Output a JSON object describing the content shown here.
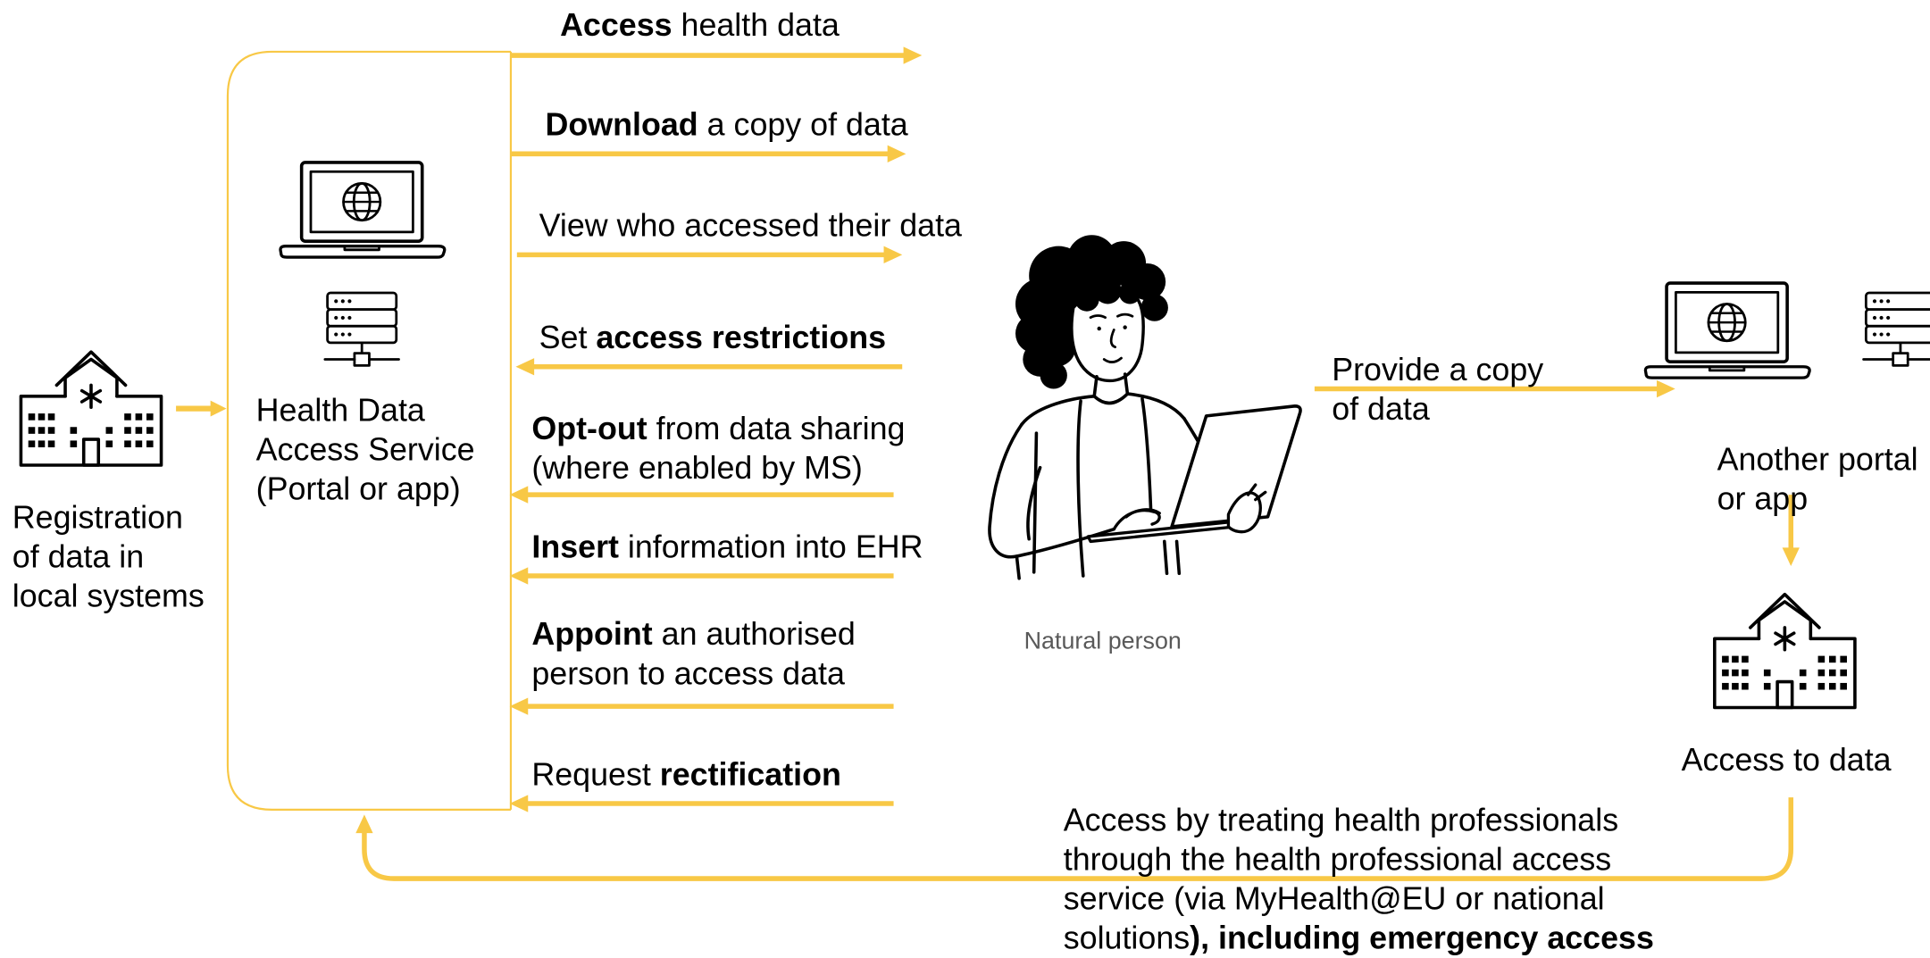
{
  "diagram": {
    "service": {
      "lines": [
        "Health Data",
        "Access Service",
        "(Portal or app)"
      ]
    },
    "registration": {
      "lines": [
        "Registration",
        "of data in",
        "local systems"
      ]
    },
    "actions": {
      "access": {
        "bold": "Access",
        "text": " health data"
      },
      "download": {
        "bold": "Download",
        "text": " a copy of data"
      },
      "view": {
        "text": "View who accessed their data"
      },
      "restrictions": {
        "text": "Set ",
        "bold": "access restrictions"
      },
      "opt_out": {
        "bold": "Opt-out",
        "text": " from data sharing",
        "line2": "(where enabled by MS)"
      },
      "insert": {
        "bold": "Insert",
        "text": " information into EHR"
      },
      "appoint": {
        "bold": "Appoint",
        "text": " an authorised",
        "line2": "person to access data"
      },
      "rectification": {
        "text": "Request ",
        "bold": "rectification"
      }
    },
    "person": {
      "label": "Natural person"
    },
    "provide_copy": {
      "lines": [
        "Provide a copy",
        "of data"
      ]
    },
    "other_portal": {
      "lines": [
        "Another portal",
        "or app"
      ]
    },
    "access_to_data": {
      "label": "Access to data"
    },
    "professional_access": {
      "lines": [
        "Access by treating health professionals",
        "through the health professional access",
        "service (via MyHealth@EU or national",
        "solutions"
      ],
      "bold": "), including emergency access"
    }
  },
  "colors": {
    "accent": "#F8C846",
    "text": "#000000",
    "muted": "#595959",
    "background": "#FFFFFF"
  },
  "icons": [
    "hospital-icon",
    "laptop-icon",
    "globe-icon",
    "server-icon",
    "natural-person-illustration"
  ]
}
